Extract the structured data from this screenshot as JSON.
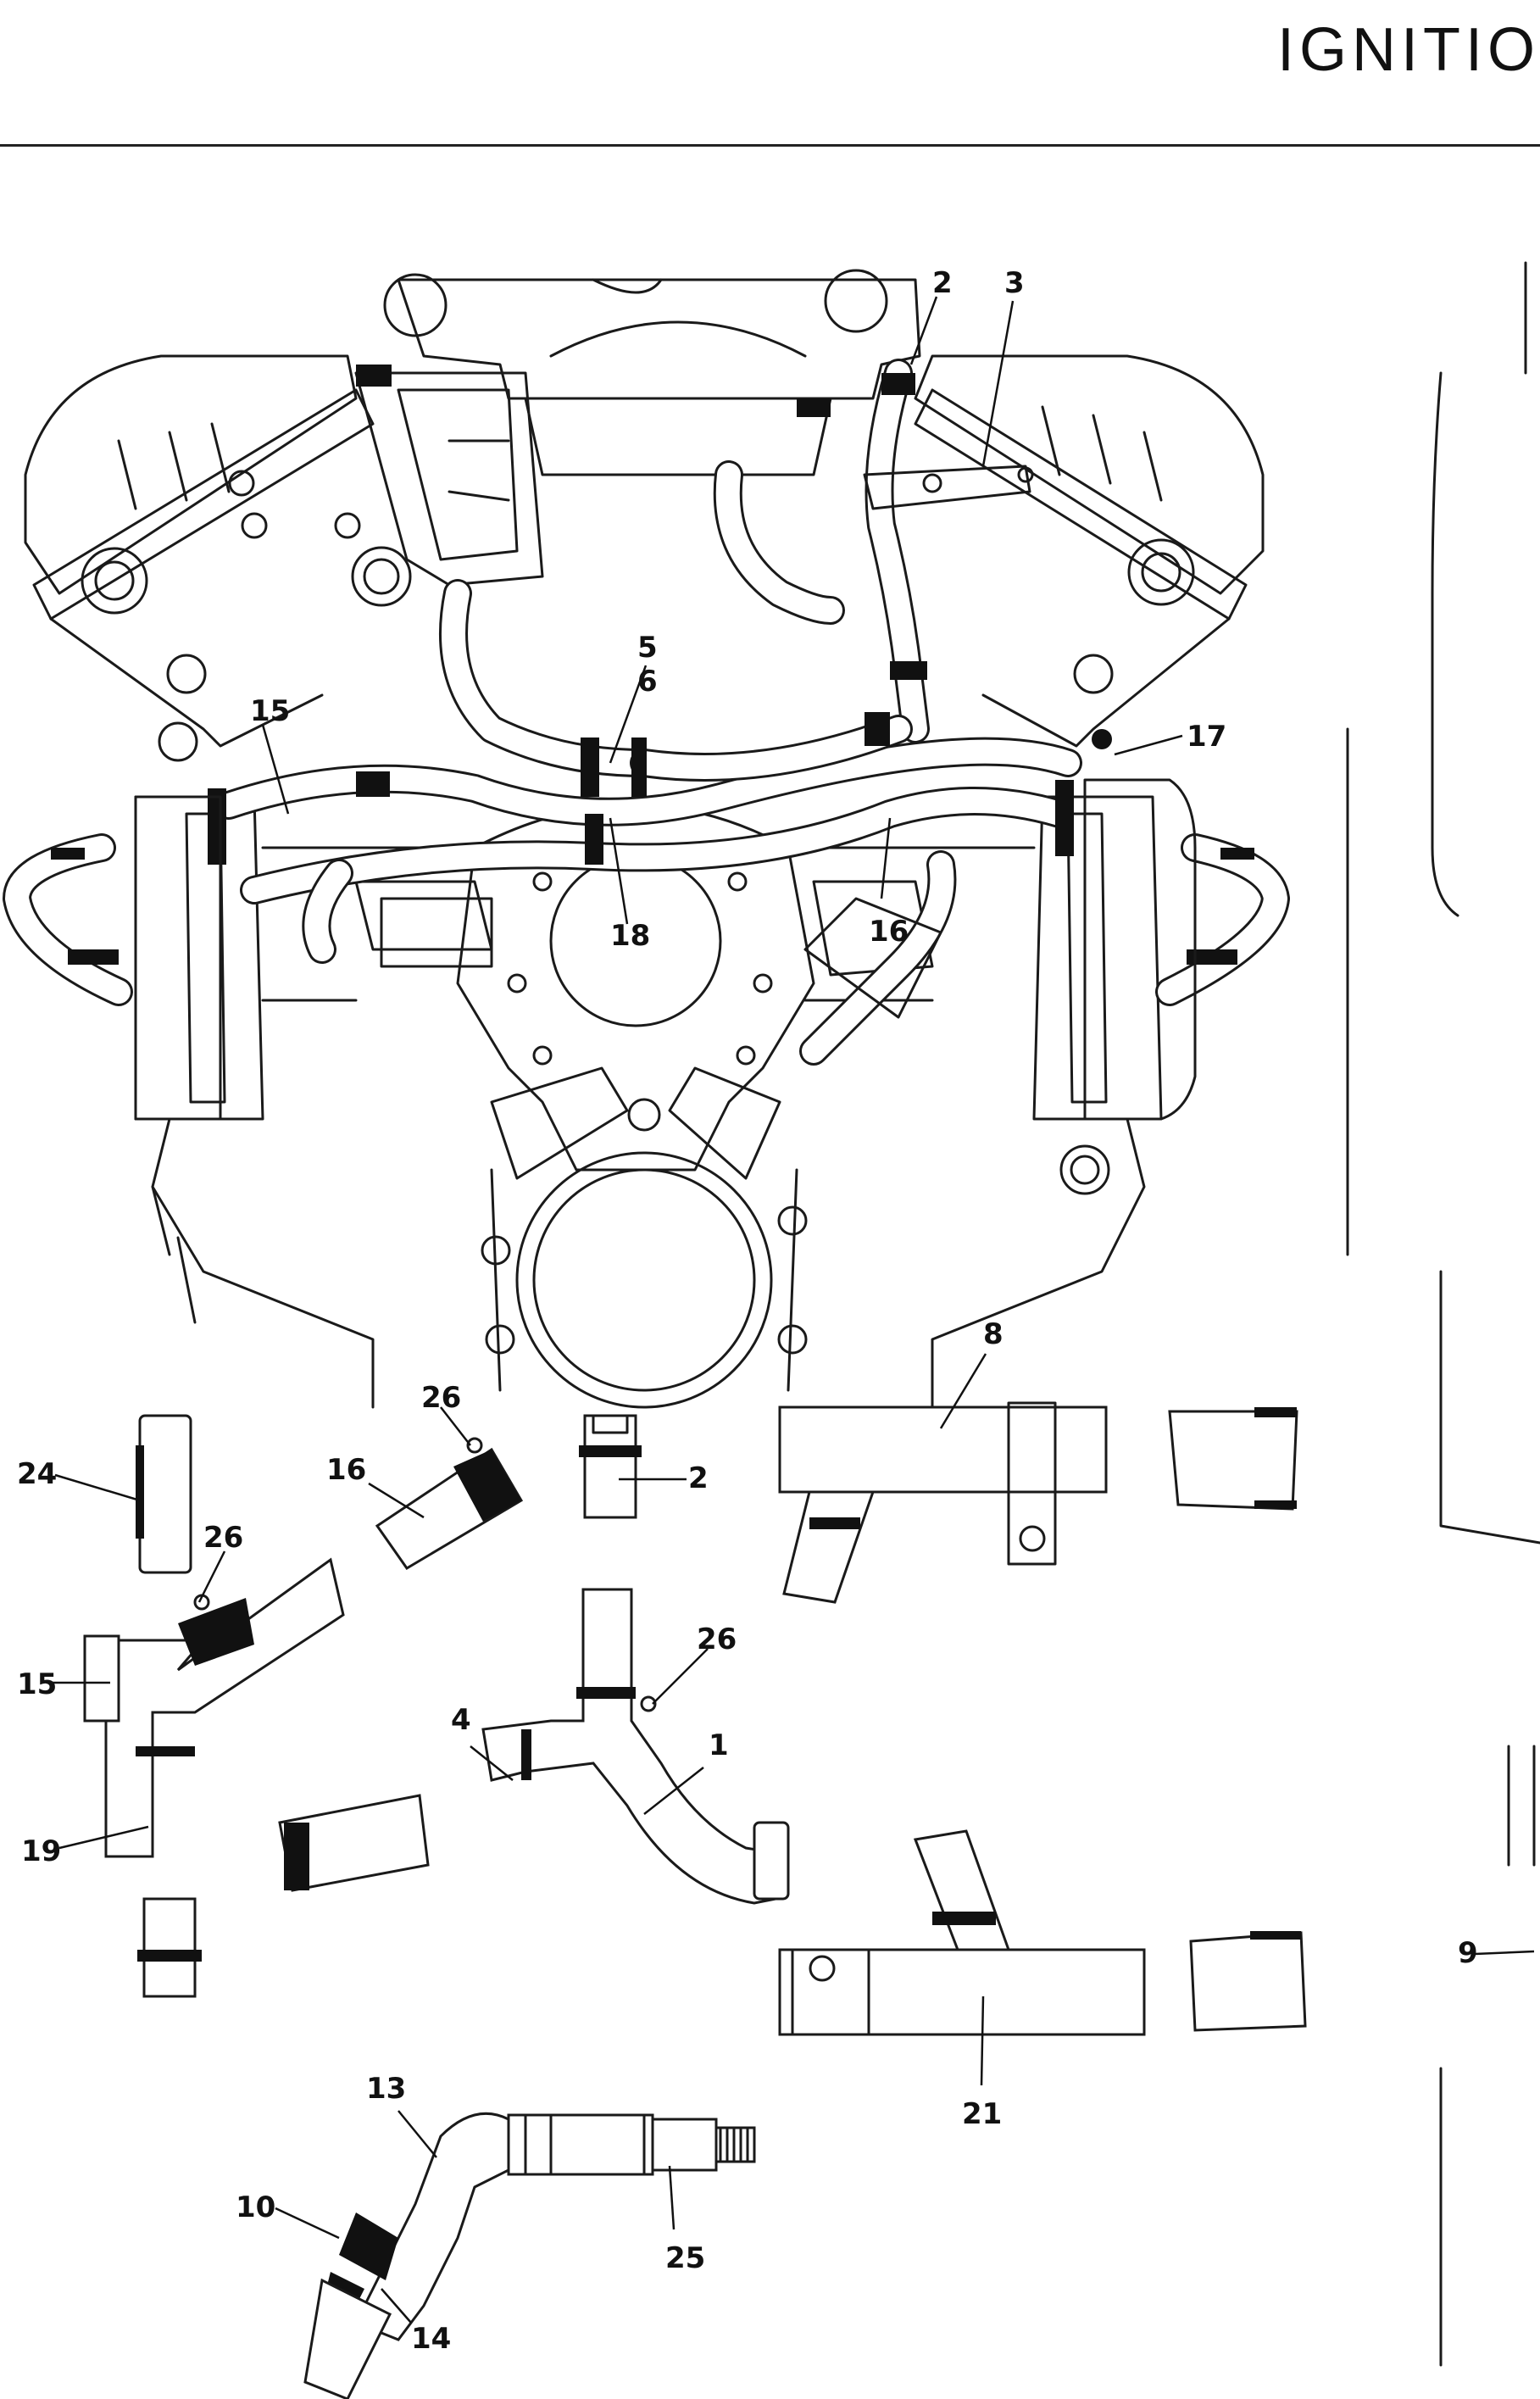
{
  "header": {
    "title": "IGNITIO"
  },
  "callouts": [
    {
      "id": "c-2-top",
      "text": "2"
    },
    {
      "id": "c-3",
      "text": "3"
    },
    {
      "id": "c-5",
      "text": "5"
    },
    {
      "id": "c-6",
      "text": "6"
    },
    {
      "id": "c-15-top",
      "text": "15"
    },
    {
      "id": "c-17",
      "text": "17"
    },
    {
      "id": "c-16-top",
      "text": "16"
    },
    {
      "id": "c-18",
      "text": "18"
    },
    {
      "id": "c-8",
      "text": "8"
    },
    {
      "id": "c-26-a",
      "text": "26"
    },
    {
      "id": "c-24",
      "text": "24"
    },
    {
      "id": "c-16-mid",
      "text": "16"
    },
    {
      "id": "c-2-mid",
      "text": "2"
    },
    {
      "id": "c-26-b",
      "text": "26"
    },
    {
      "id": "c-15-mid",
      "text": "15"
    },
    {
      "id": "c-26-c",
      "text": "26"
    },
    {
      "id": "c-4",
      "text": "4"
    },
    {
      "id": "c-1",
      "text": "1"
    },
    {
      "id": "c-19",
      "text": "19"
    },
    {
      "id": "c-9",
      "text": "9"
    },
    {
      "id": "c-13",
      "text": "13"
    },
    {
      "id": "c-21",
      "text": "21"
    },
    {
      "id": "c-10",
      "text": "10"
    },
    {
      "id": "c-25",
      "text": "25"
    },
    {
      "id": "c-14",
      "text": "14"
    }
  ]
}
